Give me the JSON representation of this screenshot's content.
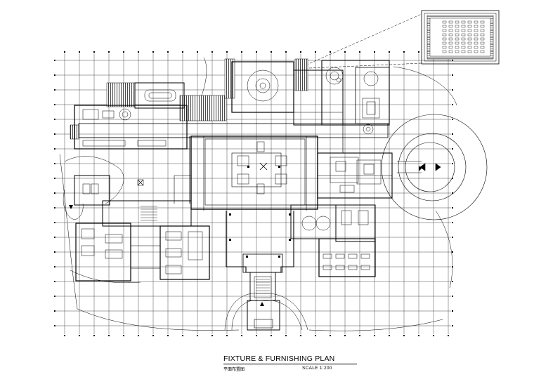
{
  "title_block": {
    "title": "FIXTURE & FURNISHING PLAN",
    "subtitle_cn": "平面布置图",
    "scale": "SCALE  1:200"
  },
  "colors": {
    "line": "#000000",
    "hatch": "#333333",
    "background": "#ffffff"
  }
}
